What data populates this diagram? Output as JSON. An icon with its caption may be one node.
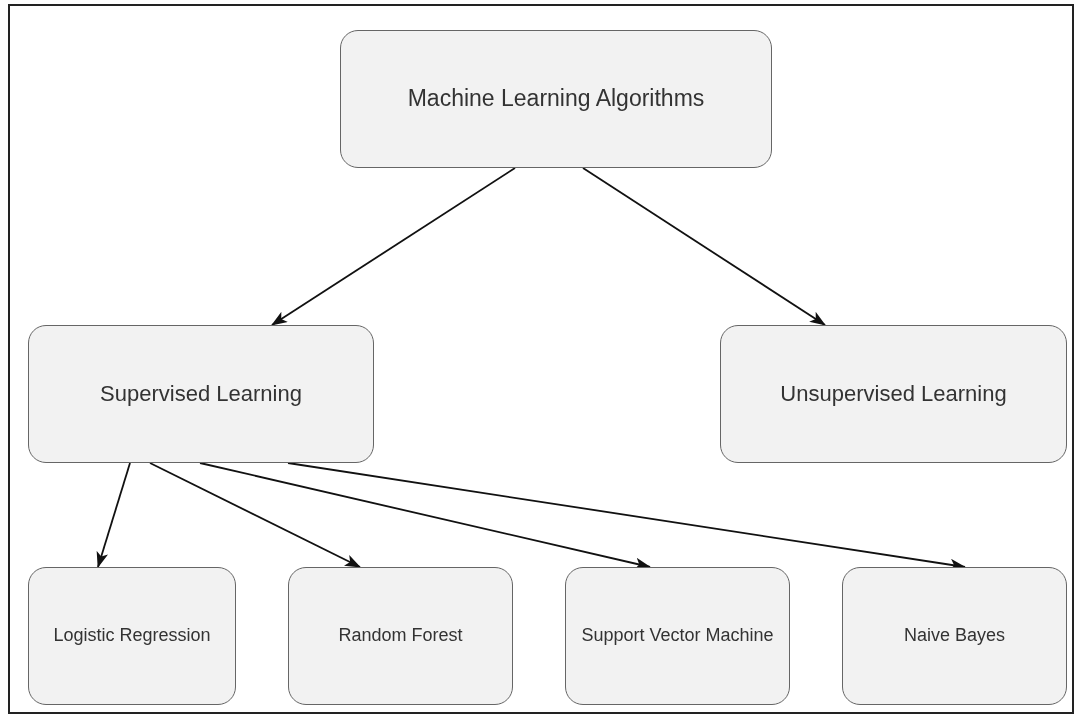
{
  "diagram": {
    "nodes": [
      {
        "text": [
          "Machine Learning Algorithms"
        ]
      },
      {
        "text": [
          "Supervised Learning"
        ]
      },
      {
        "text": [
          "Unsupervised Learning"
        ]
      },
      {
        "text": [
          "Logistic Regression"
        ]
      },
      {
        "text": [
          "Random Forest"
        ]
      },
      {
        "text": [
          "Support Vector Machine"
        ]
      },
      {
        "text": [
          "Naive Bayes"
        ]
      }
    ],
    "edges": [
      {
        "from": 0,
        "to": 1,
        "arrow": "to"
      },
      {
        "from": 0,
        "to": 2,
        "arrow": "to"
      },
      {
        "from": 1,
        "to": 3,
        "arrow": "to"
      },
      {
        "from": 1,
        "to": 4,
        "arrow": "to"
      },
      {
        "from": 1,
        "to": 5,
        "arrow": "to"
      },
      {
        "from": 1,
        "to": 6,
        "arrow": "to"
      }
    ]
  }
}
